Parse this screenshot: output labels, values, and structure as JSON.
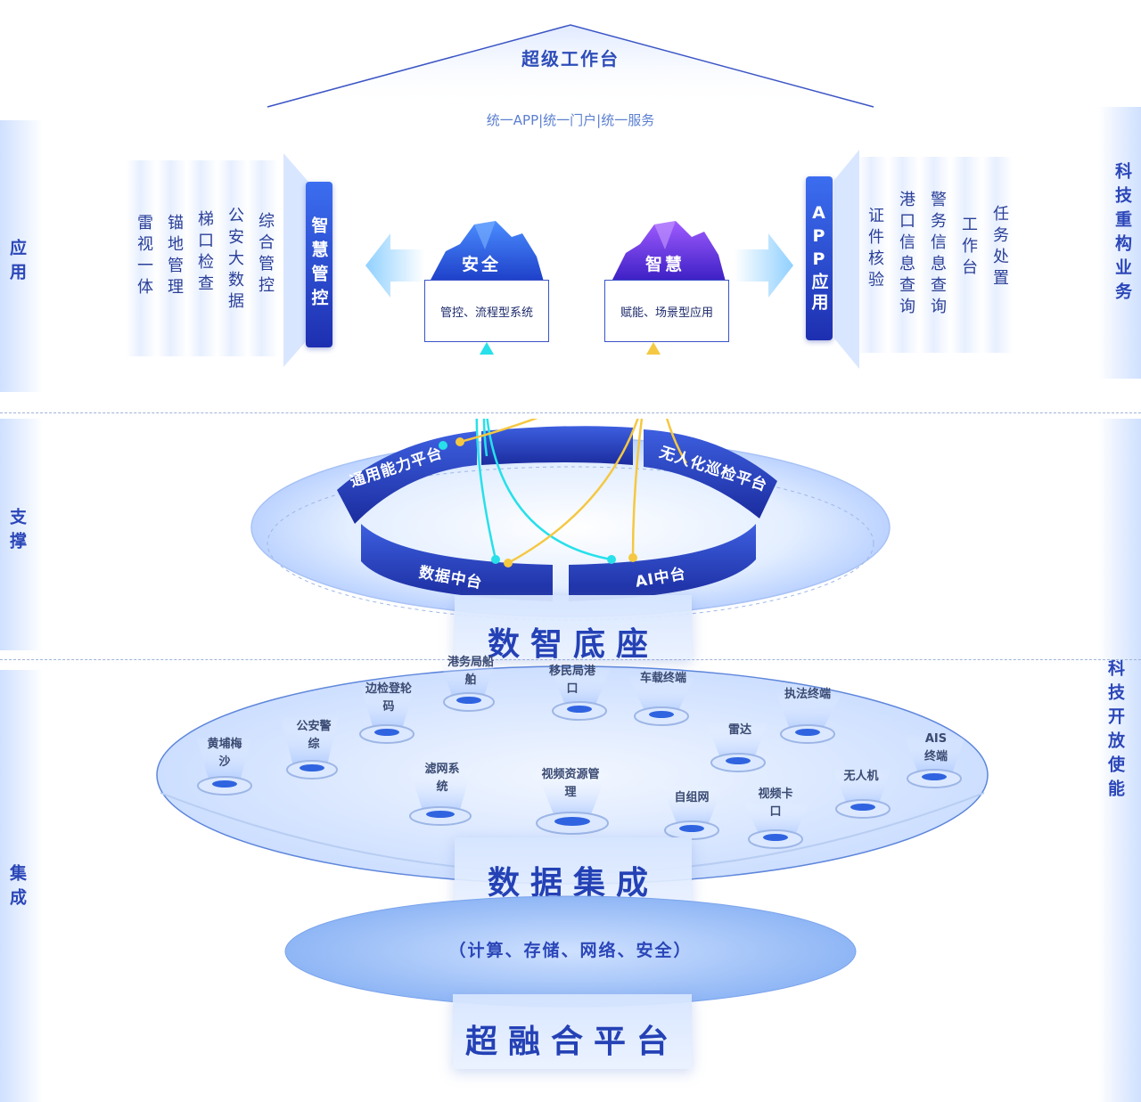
{
  "roof": {
    "title": "超级工作台",
    "subtitle": "统一APP|统一门户|统一服务"
  },
  "left_sections": {
    "application": "应用",
    "support": "支撑",
    "integration": "集成"
  },
  "right_sections": {
    "top": "科技重构业务",
    "bottom": "科技开放使能"
  },
  "left_group": {
    "header": "智慧管控",
    "items": [
      "雷视一体",
      "锚地管理",
      "梯口检查",
      "公安大数据",
      "综合管控"
    ]
  },
  "right_group": {
    "header": "APP应用",
    "items": [
      "证件核验",
      "港口信息查询",
      "警务信息查询",
      "工作台",
      "任务处置"
    ]
  },
  "center_cards": [
    {
      "title": "安全",
      "desc": "管控、流程型系统"
    },
    {
      "title": "智慧",
      "desc": "赋能、场景型应用"
    }
  ],
  "ring": {
    "segments": [
      "通用能力平台",
      "无人化巡检平台",
      "数据中台",
      "AI中台"
    ],
    "base_label": "数智底座"
  },
  "data_nodes": [
    "港务局船舶",
    "移民局港口",
    "车载终端",
    "边检登轮码",
    "执法终端",
    "公安警综",
    "黄埔梅沙",
    "雷达",
    "AIS终端",
    "滤网系统",
    "视频资源管理",
    "无人机",
    "自组网",
    "视频卡口"
  ],
  "integration_label": "数据集成",
  "infrastructure": "（计算、存储、网络、安全）",
  "platform_label": "超融合平台",
  "colors": {
    "primary": "#2441b5",
    "cyan_link": "#27e0ea",
    "yellow_link": "#f5c842"
  }
}
